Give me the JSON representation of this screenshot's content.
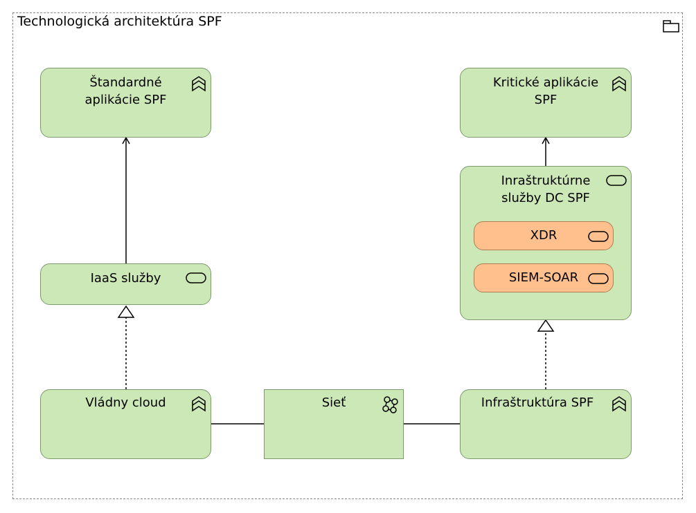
{
  "group": {
    "title": "Technologická architektúra SPF"
  },
  "nodes": {
    "standard_apps": {
      "label": "Štandardné\naplikácie SPF"
    },
    "critical_apps": {
      "label": "Kritické aplikácie\nSPF"
    },
    "iaas": {
      "label": "IaaS služby"
    },
    "dc_services": {
      "label": "Inraštruktúrne\nslužby DC SPF"
    },
    "xdr": {
      "label": "XDR"
    },
    "siem": {
      "label": "SIEM-SOAR"
    },
    "gov_cloud": {
      "label": "Vládny cloud"
    },
    "network": {
      "label": "Sieť"
    },
    "infra": {
      "label": "Infraštruktúra SPF"
    }
  },
  "colors": {
    "node_fill": "#cce8b6",
    "node_border": "#7b9a6b",
    "inner_fill": "#ffc08e",
    "inner_border": "#b07e54"
  }
}
